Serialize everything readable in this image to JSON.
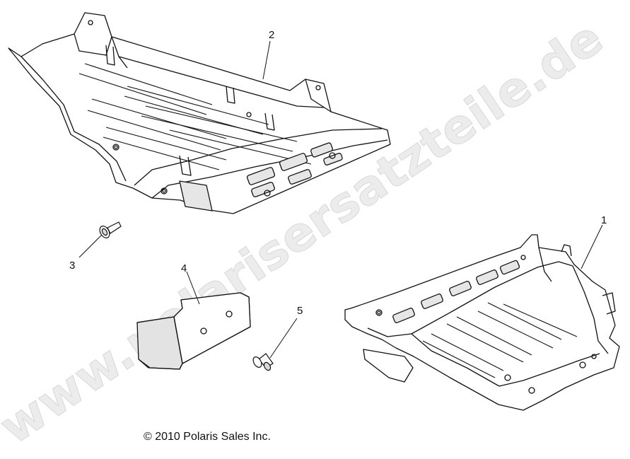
{
  "parts": [
    {
      "callout": "1"
    },
    {
      "callout": "2"
    },
    {
      "callout": "3"
    },
    {
      "callout": "4"
    },
    {
      "callout": "5"
    }
  ],
  "copyright": "© 2010 Polaris Sales Inc.",
  "watermark": "www.polarisersatzteile.de",
  "colors": {
    "line": "#111111",
    "fill": "#ffffff",
    "shade": "#d9d9d9",
    "watermark": "#ececec"
  }
}
